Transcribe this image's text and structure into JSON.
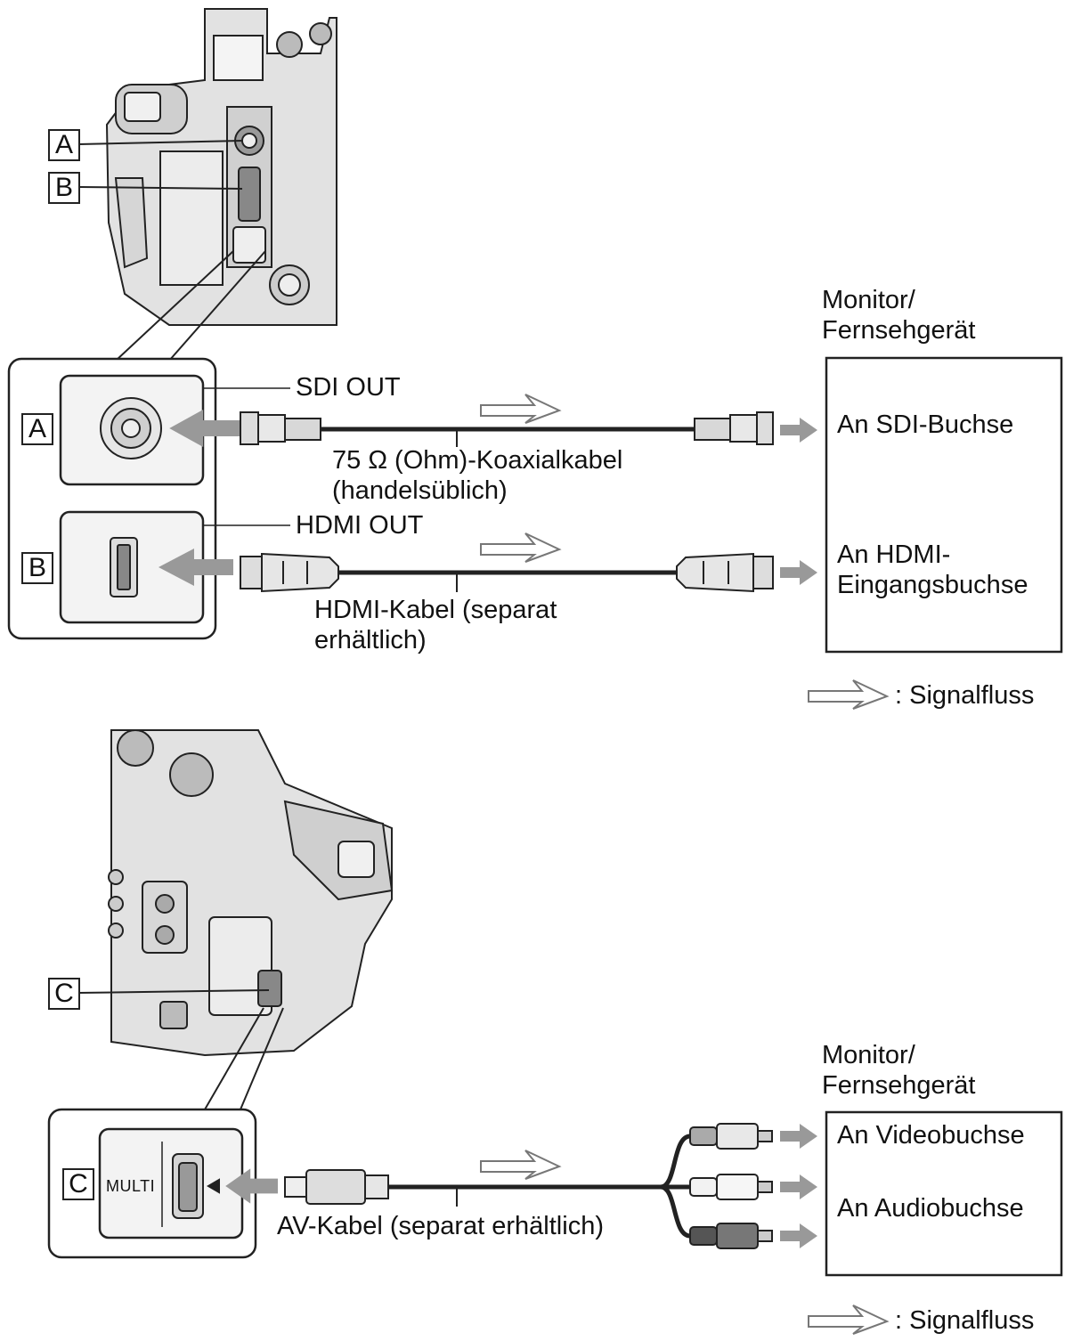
{
  "top": {
    "callouts": {
      "a": "A",
      "b": "B"
    },
    "connector_a_label": "SDI OUT",
    "connector_b_label": "HDMI OUT",
    "cable_a_label": "75 Ω (Ohm)-Koaxialkabel (handelsüblich)",
    "cable_b_label": "HDMI-Kabel (separat erhältlich)",
    "device_title": "Monitor/ Fernsehgerät",
    "device_port_a": "An SDI-Buchse",
    "device_port_b": "An HDMI-Eingangsbuchse",
    "legend_text": ": Signalfluss"
  },
  "bottom": {
    "callouts": {
      "c": "C"
    },
    "jack_label": "MULTI",
    "cable_c_label": "AV-Kabel (separat erhältlich)",
    "device_title": "Monitor/ Fernsehgerät",
    "device_port_video": "An Videobuchse",
    "device_port_audio": "An Audiobuchse",
    "legend_text": ": Signalfluss"
  },
  "colors": {
    "line": "#222222",
    "arrow_fill": "#999999",
    "camera_gray": "#dcdcdc",
    "plug_gray": "#cfcfcf"
  }
}
